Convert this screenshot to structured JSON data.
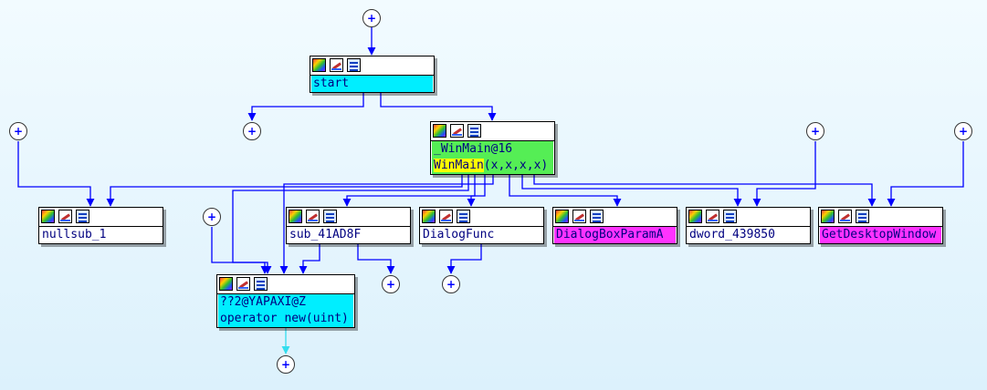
{
  "nodes": {
    "start": {
      "lines": [
        "start"
      ]
    },
    "winmain": {
      "line1": "_WinMain@16",
      "line2_hl": "WinMain",
      "line2_rest": "(x,x,x,x)"
    },
    "nullsub": {
      "lines": [
        "nullsub_1"
      ]
    },
    "sub41ad8f": {
      "lines": [
        "sub_41AD8F"
      ]
    },
    "dialogfunc": {
      "lines": [
        "DialogFunc"
      ]
    },
    "dialogboxparam": {
      "lines": [
        "DialogBoxParamA"
      ]
    },
    "dword": {
      "lines": [
        "dword_439850"
      ]
    },
    "getdesktop": {
      "lines": [
        "GetDesktopWindow"
      ]
    },
    "opnew": {
      "lines": [
        "??2@YAPAXI@Z",
        "operator new(uint)"
      ]
    }
  },
  "expander_glyph": "+",
  "colors": {
    "edge": "#0000ff",
    "edge_highlight": "#33ddee",
    "cyan": "#00eeff",
    "green": "#55ee55",
    "magenta": "#ff33ff",
    "highlight": "#ffff00"
  }
}
